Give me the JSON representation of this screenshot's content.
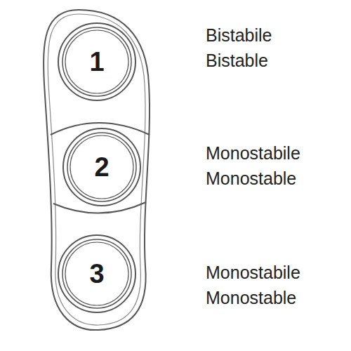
{
  "diagram": {
    "nodes": [
      {
        "text": [
          "1"
        ]
      },
      {
        "text": [
          "2"
        ]
      },
      {
        "text": [
          "3"
        ]
      }
    ],
    "labels": [
      "Bistabile",
      "Bistable",
      "Monostabile",
      "Monostable",
      "Monostabile",
      "Monostable"
    ]
  }
}
